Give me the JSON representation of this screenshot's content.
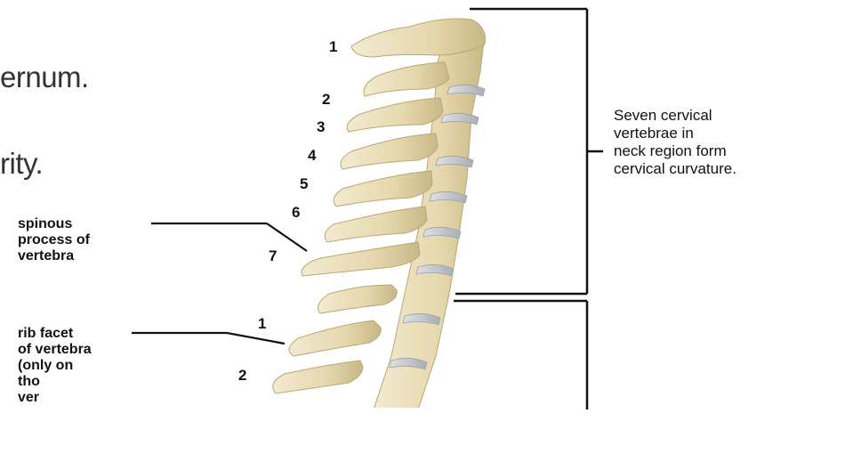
{
  "slide": {
    "line_1": "ernum.",
    "line_2": "rity."
  },
  "diagram": {
    "cervical_numbers": [
      "1",
      "2",
      "3",
      "4",
      "5",
      "6",
      "7"
    ],
    "thoracic_numbers": [
      "1",
      "2"
    ],
    "labels": {
      "spinous_process": "spinous\nprocess of\nvertebra",
      "rib_facet": "rib facet\nof vertebra\n(only on\ntho\nver"
    },
    "cervical_description": "Seven cervical\nvertebrae in\nneck region form\ncervical curvature."
  },
  "colors": {
    "bone": "#e8dcb4",
    "bone_shadow": "#c8b98a",
    "disc": "#c9ccd0",
    "bracket": "#111111"
  }
}
